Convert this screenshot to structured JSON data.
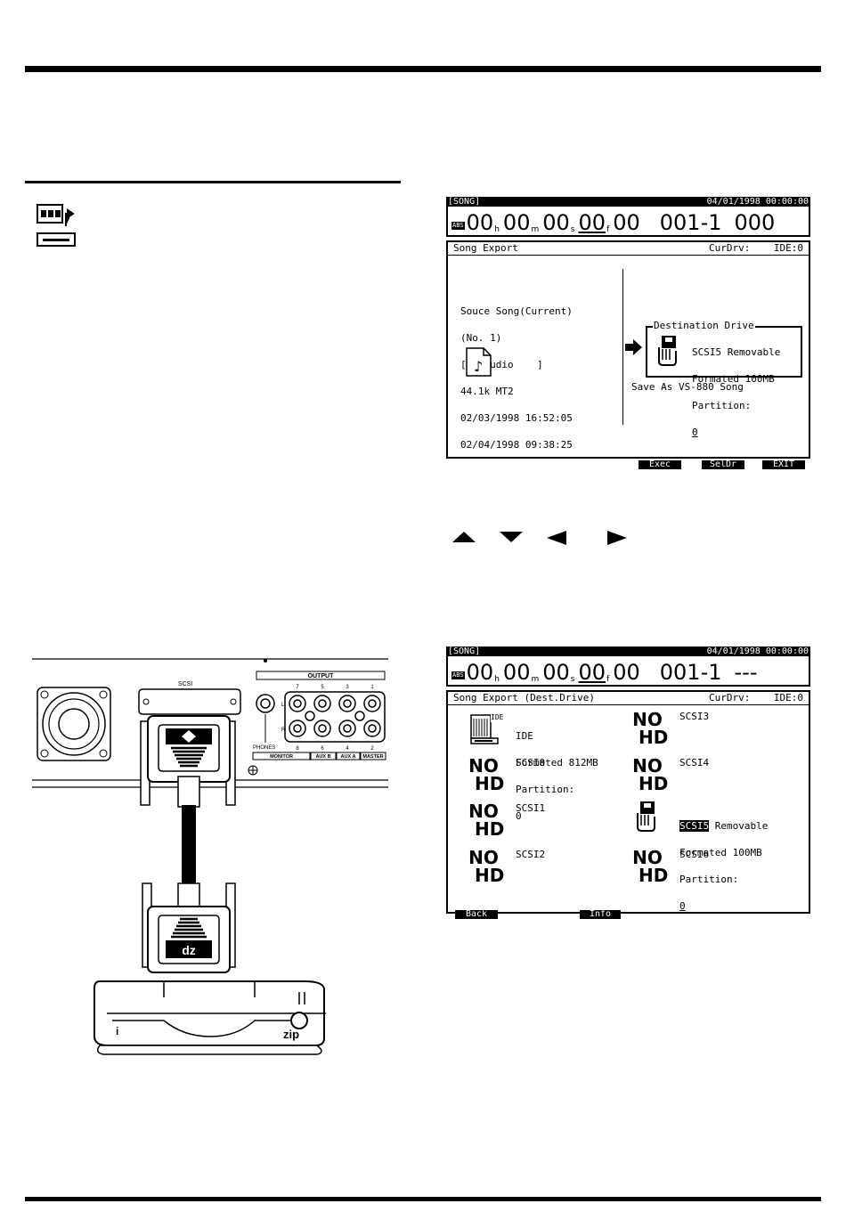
{
  "screen1": {
    "header_left": "[SONG]",
    "header_right": "04/01/1998 00:00:00",
    "abs_badge": "ABS",
    "tc": {
      "h": "00",
      "m": "00",
      "s": "00",
      "f": "00",
      "sub": "00",
      "meas": "001-1",
      "tick": "000"
    },
    "panel_title": "Song Export",
    "curdrv_label": "CurDrv:",
    "curdrv_value": "IDE:0",
    "source_lines": [
      "Souce Song(Current)",
      "(No. 1)",
      "[V-Studio    ]",
      "44.1k MT2",
      "02/03/1998 16:52:05",
      "02/04/1998 09:38:25"
    ],
    "dest_title": "Destination Drive",
    "dest_lines": [
      "SCSI5 Removable",
      "Formated 100MB",
      "Partition:",
      "0"
    ],
    "save_as": "Save As VS-880 Song",
    "fkeys": [
      "Exec",
      "SelDr",
      "EXIT"
    ]
  },
  "arrow_keys": [
    "up-arrow",
    "down-arrow",
    "left-arrow",
    "right-arrow"
  ],
  "screen2": {
    "header_left": "[SONG]",
    "header_right": "04/01/1998 00:00:00",
    "abs_badge": "ABS",
    "tc": {
      "h": "00",
      "m": "00",
      "s": "00",
      "f": "00",
      "sub": "00",
      "meas": "001-1",
      "tick": "---"
    },
    "panel_title": "Song Export (Dest.Drive)",
    "curdrv_label": "CurDrv:",
    "curdrv_value": "IDE:0",
    "no_hd": [
      "NO",
      "HD"
    ],
    "ide_badge": "IDE",
    "drives": {
      "ide": [
        "IDE",
        "Formated 812MB",
        "Partition:",
        "0"
      ],
      "scsi0": "SCSI0",
      "scsi1": "SCSI1",
      "scsi2": "SCSI2",
      "scsi3": "SCSI3",
      "scsi4": "SCSI4",
      "scsi5_name": "SCSI5",
      "scsi5_lines": [
        "Removable",
        "Formated 100MB",
        "Partition:",
        "0"
      ],
      "scsi6": "SCSI6"
    },
    "fkeys": [
      "Back",
      "Info"
    ]
  },
  "rear_panel": {
    "scsi_label": "SCSI",
    "output_label": "OUTPUT",
    "output_top_nums": [
      "7",
      "5",
      "3",
      "1"
    ],
    "output_bottom_nums": [
      "8",
      "6",
      "4",
      "2"
    ],
    "lr": [
      "L",
      "R"
    ],
    "phones_label": "PHONES",
    "bottom_labels": [
      "MONITOR",
      "AUX B",
      "AUX A",
      "MASTER"
    ],
    "zip_logo": "zip"
  }
}
